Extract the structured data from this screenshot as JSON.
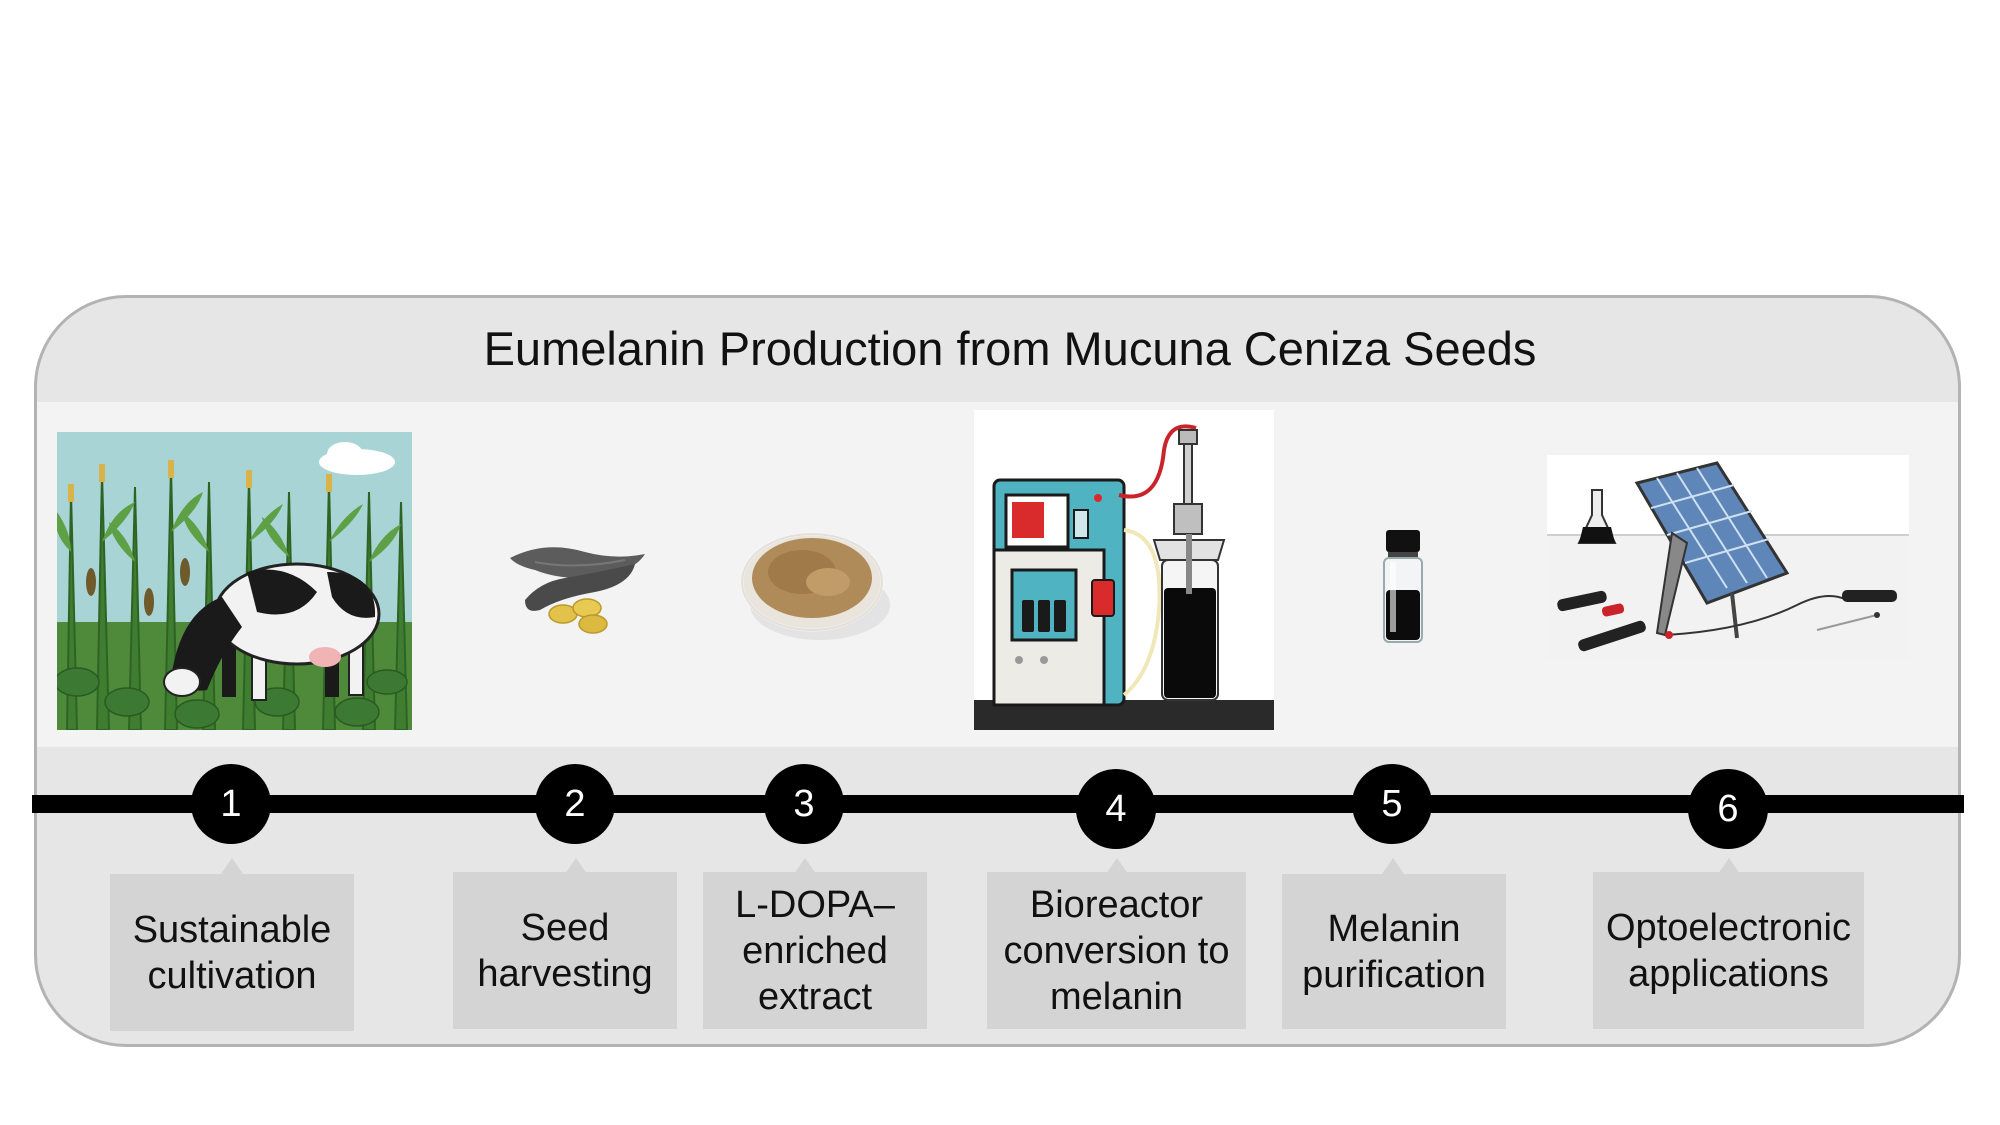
{
  "title": "Eumelanin Production from Mucuna Ceniza\nSeeds",
  "steps": [
    {
      "number": "1",
      "label": "Sustainable\ncultivation",
      "illustration": "cow-grazing-cornfield-icon"
    },
    {
      "number": "2",
      "label": "Seed\nharvesting",
      "illustration": "seed-pods-icon"
    },
    {
      "number": "3",
      "label": "L-DOPA–\nenriched\nextract",
      "illustration": "extract-powder-dish-icon"
    },
    {
      "number": "4",
      "label": "Bioreactor\nconversion to\nmelanin",
      "illustration": "bioreactor-icon"
    },
    {
      "number": "5",
      "label": "Melanin\npurification",
      "illustration": "melanin-vial-icon"
    },
    {
      "number": "6",
      "label": "Optoelectronic\napplications",
      "illustration": "solar-panel-electronics-icon"
    }
  ],
  "colors": {
    "frame_fill": "#e6e6e6",
    "frame_border": "#b3b3b3",
    "label_fill": "#d4d4d4",
    "timeline": "#000000"
  }
}
